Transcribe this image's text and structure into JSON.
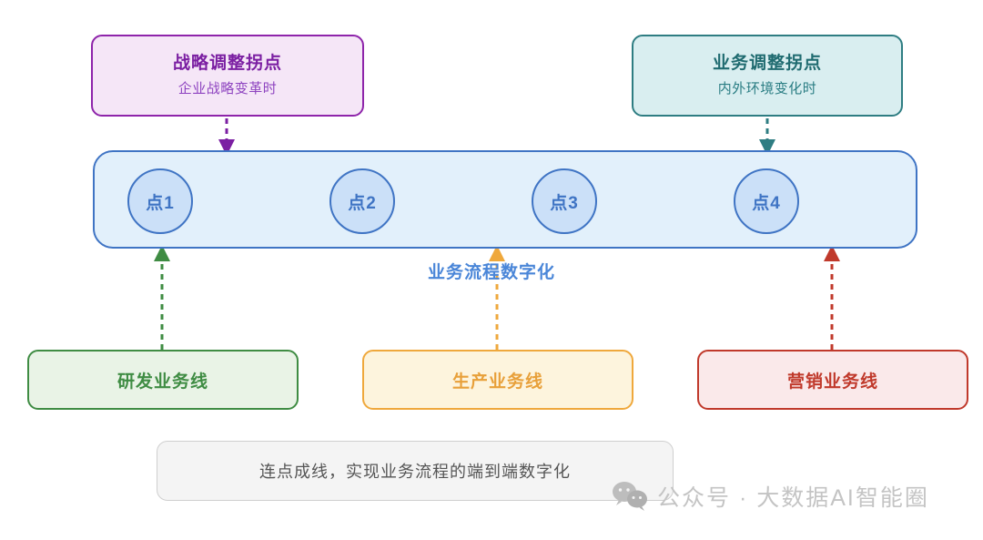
{
  "triggers": [
    {
      "name": "strategy",
      "title": "战略调整拐点",
      "subtitle": "企业战略变革时",
      "border_color": "#8e24aa",
      "fill_color": "#f5e6f7",
      "title_color": "#7b1fa2"
    },
    {
      "name": "business",
      "title": "业务调整拐点",
      "subtitle": "内外环境变化时",
      "border_color": "#2e7d82",
      "fill_color": "#d9eef0",
      "title_color": "#1f6b70"
    }
  ],
  "pipeline": {
    "caption": "业务流程数字化",
    "caption_color": "#4a86d8",
    "fill_color": "#e2f0fb",
    "border_color": "#3f74c4",
    "nodes": [
      {
        "label": "点1"
      },
      {
        "label": "点2"
      },
      {
        "label": "点3"
      },
      {
        "label": "点4"
      }
    ]
  },
  "business_lines": [
    {
      "name": "rd",
      "label": "研发业务线",
      "color": "#3f8c43",
      "fill_color": "#e9f3e6"
    },
    {
      "name": "prod",
      "label": "生产业务线",
      "color": "#e8a03a",
      "fill_color": "#fdf4dd"
    },
    {
      "name": "mkt",
      "label": "营销业务线",
      "color": "#c0392b",
      "fill_color": "#fae9ea"
    }
  ],
  "summary": {
    "note": "连点成线，实现业务流程的端到端数字化"
  },
  "watermark": {
    "text": "公众号 · 大数据AI智能圈",
    "icon": "wechat-icon",
    "color": "#c4c4c4"
  }
}
